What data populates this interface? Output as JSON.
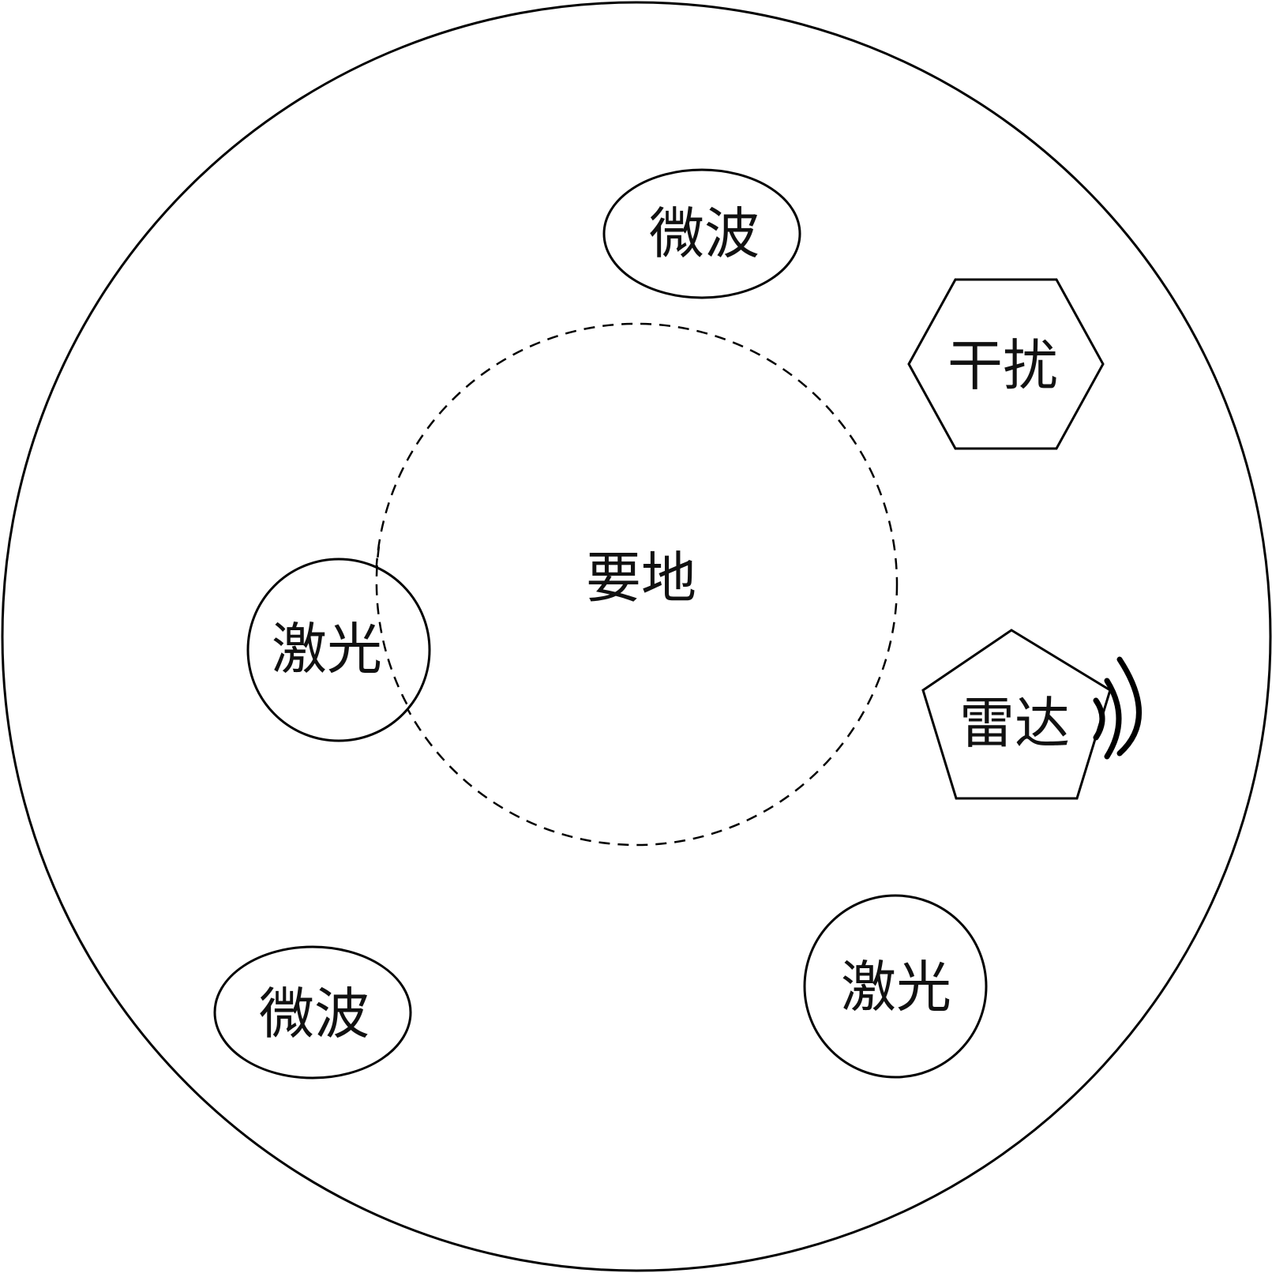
{
  "diagram": {
    "center_label": "要地",
    "nodes": [
      {
        "id": "microwave-top",
        "label": "微波",
        "shape": "ellipse"
      },
      {
        "id": "jammer",
        "label": "干扰",
        "shape": "hexagon"
      },
      {
        "id": "laser-left",
        "label": "激光",
        "shape": "circle"
      },
      {
        "id": "radar",
        "label": "雷达",
        "shape": "pentagon",
        "icon": "radar-wave-icon"
      },
      {
        "id": "microwave-bottom",
        "label": "微波",
        "shape": "ellipse"
      },
      {
        "id": "laser-bottom",
        "label": "激光",
        "shape": "circle"
      }
    ],
    "colors": {
      "stroke": "#000000",
      "background": "#ffffff"
    }
  }
}
